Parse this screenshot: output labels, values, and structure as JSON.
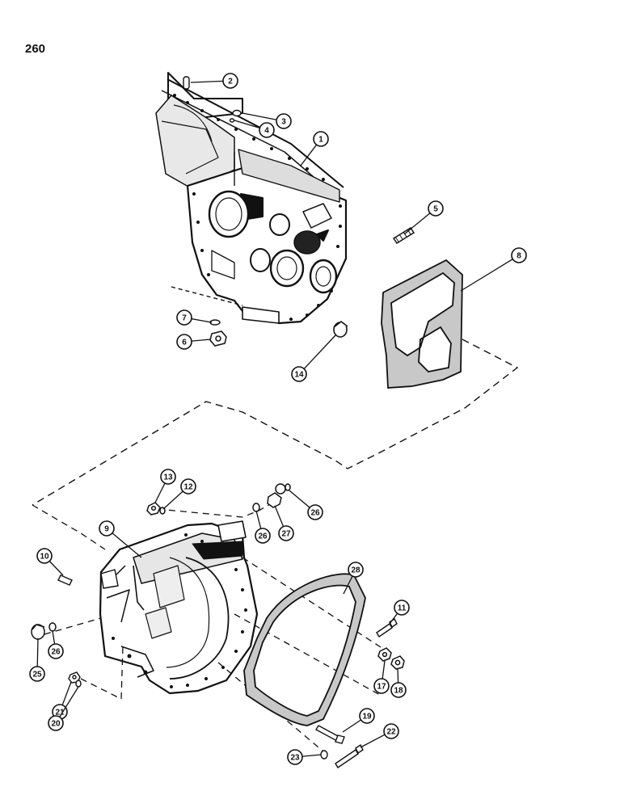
{
  "page": {
    "number": "260"
  },
  "diagram": {
    "colors": {
      "ink": "#111111",
      "background": "#ffffff",
      "gasket_fill": "#bfbfbf"
    },
    "callouts": [
      {
        "id": "c2",
        "label": "2"
      },
      {
        "id": "c3",
        "label": "3"
      },
      {
        "id": "c4",
        "label": "4"
      },
      {
        "id": "c1",
        "label": "1"
      },
      {
        "id": "c5",
        "label": "5"
      },
      {
        "id": "c8",
        "label": "8"
      },
      {
        "id": "c7",
        "label": "7"
      },
      {
        "id": "c6",
        "label": "6"
      },
      {
        "id": "c14",
        "label": "14"
      },
      {
        "id": "c13",
        "label": "13"
      },
      {
        "id": "c12",
        "label": "12"
      },
      {
        "id": "c26a",
        "label": "26"
      },
      {
        "id": "c27",
        "label": "27"
      },
      {
        "id": "c26b",
        "label": "26"
      },
      {
        "id": "c9",
        "label": "9"
      },
      {
        "id": "c10",
        "label": "10"
      },
      {
        "id": "c28",
        "label": "28"
      },
      {
        "id": "c11",
        "label": "11"
      },
      {
        "id": "c25",
        "label": "25"
      },
      {
        "id": "c26c",
        "label": "26"
      },
      {
        "id": "c17",
        "label": "17"
      },
      {
        "id": "c18",
        "label": "18"
      },
      {
        "id": "c21",
        "label": "21"
      },
      {
        "id": "c20",
        "label": "20"
      },
      {
        "id": "c19",
        "label": "19"
      },
      {
        "id": "c22",
        "label": "22"
      },
      {
        "id": "c23",
        "label": "23"
      }
    ]
  }
}
